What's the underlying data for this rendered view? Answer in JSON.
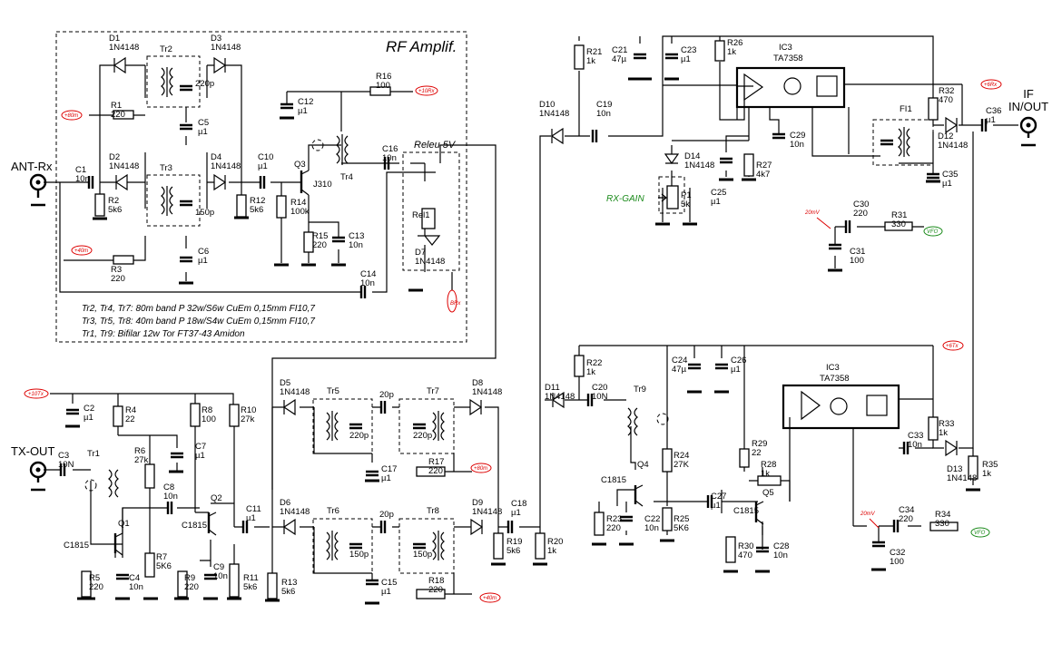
{
  "title": "RF Amplif.",
  "relay_box": "Releu 5V",
  "notes": [
    "Tr2, Tr4, Tr7: 80m band P 32w/S6w CuEm 0,15mm FI10,7",
    "Tr3, Tr5, Tr8: 40m band P 18w/S4w CuEm 0,15mm FI10,7",
    "Tr1, Tr9: Bifilar 12w Tor FT37-43 Amidon"
  ],
  "ports": {
    "ant": "ANT-Rx",
    "tx": "TX-OUT",
    "if1": "IF",
    "if2": "IN/OUT",
    "rx_gain": "RX-GAIN"
  },
  "tags": {
    "p80m": "+80m",
    "p40m": "+40m",
    "p10rx": "+10Rx",
    "p6rx": "+6Rx",
    "p6tx": "+6Tx",
    "p10tx": "+10Tx",
    "brx": "BRx",
    "vfo": "VFO",
    "mv20": "20mV"
  },
  "ic": {
    "name": "IC3",
    "type": "TA7358"
  },
  "labels": [
    {
      "id": "d1",
      "lines": [
        "D1",
        "1N4148"
      ]
    },
    {
      "id": "d3",
      "lines": [
        "D3",
        "1N4148"
      ]
    },
    {
      "id": "tr2",
      "lines": [
        "Tr2"
      ]
    },
    {
      "id": "c220p_a",
      "lines": [
        "220p"
      ]
    },
    {
      "id": "r1",
      "lines": [
        "R1",
        "220"
      ]
    },
    {
      "id": "c5",
      "lines": [
        "C5",
        "µ1"
      ]
    },
    {
      "id": "d2",
      "lines": [
        "D2",
        "1N4148"
      ]
    },
    {
      "id": "tr3",
      "lines": [
        "Tr3"
      ]
    },
    {
      "id": "d4",
      "lines": [
        "D4",
        "1N4148"
      ]
    },
    {
      "id": "c150p_a",
      "lines": [
        "150p"
      ]
    },
    {
      "id": "c1",
      "lines": [
        "C1",
        "10n"
      ]
    },
    {
      "id": "r2",
      "lines": [
        "R2",
        "5k6"
      ]
    },
    {
      "id": "r12",
      "lines": [
        "R12",
        "5k6"
      ]
    },
    {
      "id": "c10",
      "lines": [
        "C10",
        "µ1"
      ]
    },
    {
      "id": "c6",
      "lines": [
        "C6",
        "µ1"
      ]
    },
    {
      "id": "r3",
      "lines": [
        "R3",
        "220"
      ]
    },
    {
      "id": "c12",
      "lines": [
        "C12",
        "µ1"
      ]
    },
    {
      "id": "r16",
      "lines": [
        "R16",
        "100"
      ]
    },
    {
      "id": "q3",
      "lines": [
        "Q3"
      ]
    },
    {
      "id": "j310",
      "lines": [
        "J310"
      ]
    },
    {
      "id": "tr4",
      "lines": [
        "Tr4"
      ]
    },
    {
      "id": "c16",
      "lines": [
        "C16",
        "10n"
      ]
    },
    {
      "id": "r14",
      "lines": [
        "R14",
        "100k"
      ]
    },
    {
      "id": "r15",
      "lines": [
        "R15",
        "220"
      ]
    },
    {
      "id": "c13",
      "lines": [
        "C13",
        "10n"
      ]
    },
    {
      "id": "rel1",
      "lines": [
        "Rel1"
      ]
    },
    {
      "id": "d7",
      "lines": [
        "D7",
        "1N4148"
      ]
    },
    {
      "id": "c14",
      "lines": [
        "C14",
        "10n"
      ]
    },
    {
      "id": "r21",
      "lines": [
        "R21",
        "1k"
      ]
    },
    {
      "id": "c21",
      "lines": [
        "C21",
        "47µ"
      ]
    },
    {
      "id": "c23",
      "lines": [
        "C23",
        "µ1"
      ]
    },
    {
      "id": "r26",
      "lines": [
        "R26",
        "1k"
      ]
    },
    {
      "id": "d10",
      "lines": [
        "D10",
        "1N4148"
      ]
    },
    {
      "id": "c19",
      "lines": [
        "C19",
        "10n"
      ]
    },
    {
      "id": "d14",
      "lines": [
        "D14",
        "1N4148"
      ]
    },
    {
      "id": "c29",
      "lines": [
        "C29",
        "10n"
      ]
    },
    {
      "id": "r27",
      "lines": [
        "R27",
        "4k7"
      ]
    },
    {
      "id": "c25",
      "lines": [
        "C25",
        "µ1"
      ]
    },
    {
      "id": "p1",
      "lines": [
        "P1",
        "5k"
      ]
    },
    {
      "id": "fi1",
      "lines": [
        "FI1"
      ]
    },
    {
      "id": "r32",
      "lines": [
        "R32",
        "470"
      ]
    },
    {
      "id": "d12",
      "lines": [
        "D12",
        "1N4148"
      ]
    },
    {
      "id": "c36",
      "lines": [
        "C36",
        "µ1"
      ]
    },
    {
      "id": "c35",
      "lines": [
        "C35",
        "µ1"
      ]
    },
    {
      "id": "c30",
      "lines": [
        "C30",
        "220"
      ]
    },
    {
      "id": "r31",
      "lines": [
        "R31",
        "330"
      ]
    },
    {
      "id": "c31",
      "lines": [
        "C31",
        "100"
      ]
    },
    {
      "id": "c2",
      "lines": [
        "C2",
        "µ1"
      ]
    },
    {
      "id": "r4",
      "lines": [
        "R4",
        "22"
      ]
    },
    {
      "id": "r8",
      "lines": [
        "R8",
        "100"
      ]
    },
    {
      "id": "r10",
      "lines": [
        "R10",
        "27k"
      ]
    },
    {
      "id": "c3",
      "lines": [
        "C3",
        "10N"
      ]
    },
    {
      "id": "tr1",
      "lines": [
        "Tr1"
      ]
    },
    {
      "id": "r6",
      "lines": [
        "R6",
        "27k"
      ]
    },
    {
      "id": "c7",
      "lines": [
        "C7",
        "µ1"
      ]
    },
    {
      "id": "c8",
      "lines": [
        "C8",
        "10n"
      ]
    },
    {
      "id": "q2",
      "lines": [
        "Q2"
      ]
    },
    {
      "id": "c1815b",
      "lines": [
        "C1815"
      ]
    },
    {
      "id": "c11",
      "lines": [
        "C11",
        "µ1"
      ]
    },
    {
      "id": "q1",
      "lines": [
        "Q1"
      ]
    },
    {
      "id": "c1815a",
      "lines": [
        "C1815"
      ]
    },
    {
      "id": "r7",
      "lines": [
        "R7",
        "5K6"
      ]
    },
    {
      "id": "c9",
      "lines": [
        "C9",
        "10n"
      ]
    },
    {
      "id": "r5",
      "lines": [
        "R5",
        "220"
      ]
    },
    {
      "id": "c4",
      "lines": [
        "C4",
        "10n"
      ]
    },
    {
      "id": "r9",
      "lines": [
        "R9",
        "220"
      ]
    },
    {
      "id": "r11",
      "lines": [
        "R11",
        "5k6"
      ]
    },
    {
      "id": "d5",
      "lines": [
        "D5",
        "1N4148"
      ]
    },
    {
      "id": "tr5",
      "lines": [
        "Tr5"
      ]
    },
    {
      "id": "c20p_a",
      "lines": [
        "20p"
      ]
    },
    {
      "id": "tr7",
      "lines": [
        "Tr7"
      ]
    },
    {
      "id": "d8",
      "lines": [
        "D8",
        "1N4148"
      ]
    },
    {
      "id": "c220p_b",
      "lines": [
        "220p"
      ]
    },
    {
      "id": "c220p_c",
      "lines": [
        "220p"
      ]
    },
    {
      "id": "c17",
      "lines": [
        "C17",
        "µ1"
      ]
    },
    {
      "id": "r17",
      "lines": [
        "R17",
        "220"
      ]
    },
    {
      "id": "d6",
      "lines": [
        "D6",
        "1N4148"
      ]
    },
    {
      "id": "tr6",
      "lines": [
        "Tr6"
      ]
    },
    {
      "id": "c20p_b",
      "lines": [
        "20p"
      ]
    },
    {
      "id": "tr8",
      "lines": [
        "Tr8"
      ]
    },
    {
      "id": "d9",
      "lines": [
        "D9",
        "1N4148"
      ]
    },
    {
      "id": "c150p_b",
      "lines": [
        "150p"
      ]
    },
    {
      "id": "c150p_c",
      "lines": [
        "150p"
      ]
    },
    {
      "id": "c15",
      "lines": [
        "C15",
        "µ1"
      ]
    },
    {
      "id": "r18",
      "lines": [
        "R18",
        "220"
      ]
    },
    {
      "id": "r13",
      "lines": [
        "R13",
        "5k6"
      ]
    },
    {
      "id": "c18",
      "lines": [
        "C18",
        "µ1"
      ]
    },
    {
      "id": "r19",
      "lines": [
        "R19",
        "5k6"
      ]
    },
    {
      "id": "r20",
      "lines": [
        "R20",
        "1k"
      ]
    },
    {
      "id": "r22",
      "lines": [
        "R22",
        "1k"
      ]
    },
    {
      "id": "c24",
      "lines": [
        "C24",
        "47µ"
      ]
    },
    {
      "id": "c26",
      "lines": [
        "C26",
        "µ1"
      ]
    },
    {
      "id": "d11",
      "lines": [
        "D11",
        "1N4148"
      ]
    },
    {
      "id": "c20",
      "lines": [
        "C20",
        "10N"
      ]
    },
    {
      "id": "tr9",
      "lines": [
        "Tr9"
      ]
    },
    {
      "id": "r24",
      "lines": [
        "R24",
        "27K"
      ]
    },
    {
      "id": "q4",
      "lines": [
        "Q4"
      ]
    },
    {
      "id": "c1815c",
      "lines": [
        "C1815"
      ]
    },
    {
      "id": "r23",
      "lines": [
        "R23",
        "220"
      ]
    },
    {
      "id": "c22",
      "lines": [
        "C22",
        "10n"
      ]
    },
    {
      "id": "r25",
      "lines": [
        "R25",
        "5K6"
      ]
    },
    {
      "id": "c27",
      "lines": [
        "C27",
        "µ1"
      ]
    },
    {
      "id": "r29",
      "lines": [
        "R29",
        "22"
      ]
    },
    {
      "id": "r28",
      "lines": [
        "R28",
        "1k"
      ]
    },
    {
      "id": "q5",
      "lines": [
        "Q5"
      ]
    },
    {
      "id": "c1815d",
      "lines": [
        "C1815"
      ]
    },
    {
      "id": "r30",
      "lines": [
        "R30",
        "470"
      ]
    },
    {
      "id": "c28",
      "lines": [
        "C28",
        "10n"
      ]
    },
    {
      "id": "r33",
      "lines": [
        "R33",
        "1k"
      ]
    },
    {
      "id": "c33",
      "lines": [
        "C33",
        "10n"
      ]
    },
    {
      "id": "d13",
      "lines": [
        "D13",
        "1N4148"
      ]
    },
    {
      "id": "r35",
      "lines": [
        "R35",
        "1k"
      ]
    },
    {
      "id": "c34",
      "lines": [
        "C34",
        "220"
      ]
    },
    {
      "id": "r34",
      "lines": [
        "R34",
        "330"
      ]
    },
    {
      "id": "c32",
      "lines": [
        "C32",
        "100"
      ]
    }
  ]
}
